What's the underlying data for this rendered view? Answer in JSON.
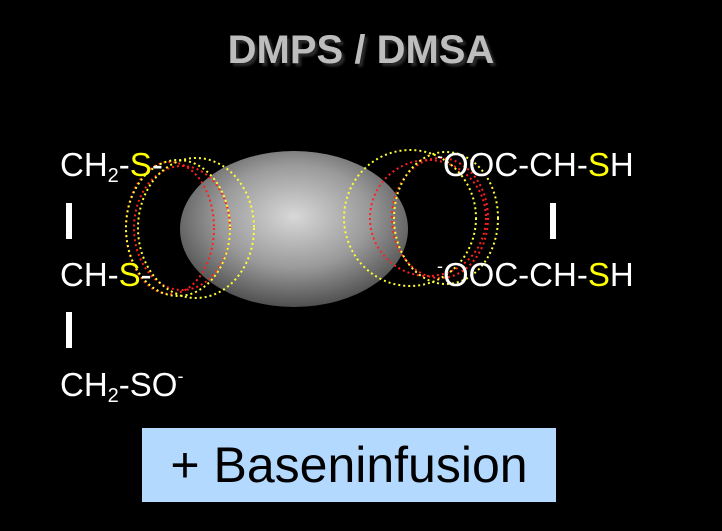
{
  "title": "DMPS / DMSA",
  "dmps": {
    "row1": {
      "pre": "CH",
      "sub": "2",
      "mid": "-",
      "s": "S",
      "post": "-"
    },
    "row2": {
      "pre": "CH-",
      "s": "S",
      "post": "-"
    },
    "row3": {
      "pre": "CH",
      "sub": "2",
      "post": "-SO",
      "sup": "-"
    }
  },
  "dmsa": {
    "row1": {
      "sup": "-",
      "pre": "OOC-CH-",
      "s": "S",
      "post": "H"
    },
    "row2": {
      "sup": "-",
      "pre": "OOC-CH-",
      "s": "S",
      "post": "H"
    }
  },
  "note": "+ Baseninfusion",
  "colors": {
    "background": "#000000",
    "sulfur": "#ffff00",
    "ring_red": "#ff2020",
    "ring_yellow": "#ffff33",
    "note_box": "#b3d9ff",
    "title": "#bdbdbd"
  }
}
